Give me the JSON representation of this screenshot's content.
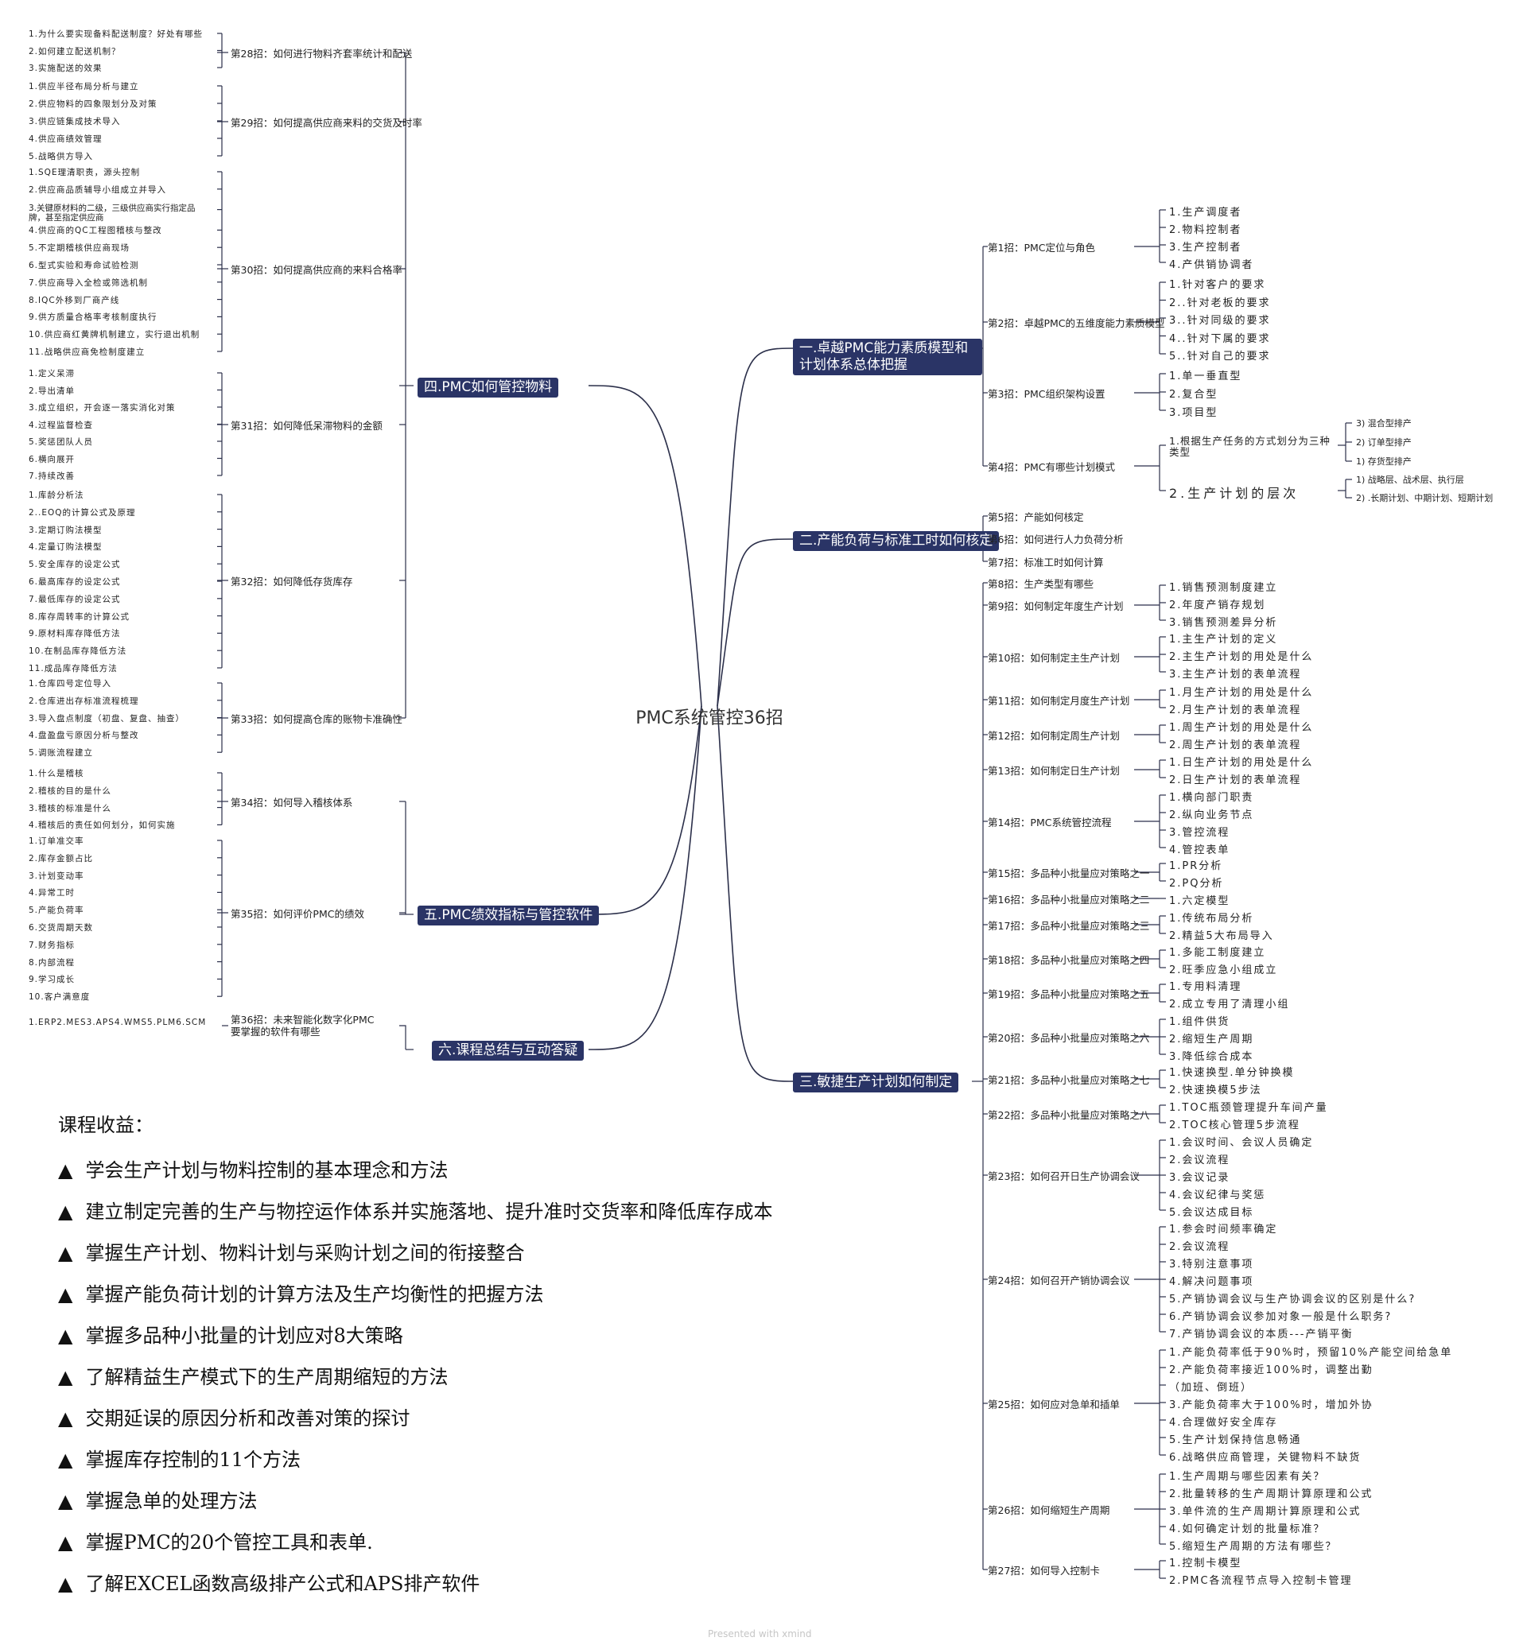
{
  "center_title": "PMC系统管控36招",
  "branches": {
    "b1": "一.卓越PMC能力素质模型和计划体系总体把握",
    "b2": "二.产能负荷与标准工时如何核定",
    "b3": "三.敏捷生产计划如何制定",
    "b4": "四.PMC如何管控物料",
    "b5": "五.PMC绩效指标与管控软件",
    "b6": "六.课程总结与互动答疑"
  },
  "subs": {
    "s1": "第1招：PMC定位与角色",
    "s2": "第2招：卓越PMC的五维度能力素质模型",
    "s3": "第3招：PMC组织架构设置",
    "s4": "第4招：PMC有哪些计划模式",
    "s5": "第5招：产能如何核定",
    "s6": "第6招：如何进行人力负荷分析",
    "s7": "第7招：标准工时如何计算",
    "s8": "第8招：生产类型有哪些",
    "s9": "第9招：如何制定年度生产计划",
    "s10": "第10招：如何制定主生产计划",
    "s11": "第11招：如何制定月度生产计划",
    "s12": "第12招：如何制定周生产计划",
    "s13": "第13招：如何制定日生产计划",
    "s14": "第14招：PMC系统管控流程",
    "s15": "第15招：多品种小批量应对策略之一",
    "s16": "第16招：多品种小批量应对策略之二",
    "s17": "第17招：多品种小批量应对策略之三",
    "s18": "第18招：多品种小批量应对策略之四",
    "s19": "第19招：多品种小批量应对策略之五",
    "s20": "第20招：多品种小批量应对策略之六",
    "s21": "第21招：多品种小批量应对策略之七",
    "s22": "第22招：多品种小批量应对策略之八",
    "s23": "第23招：如何召开日生产协调会议",
    "s24": "第24招：如何召开产销协调会议",
    "s25": "第25招：如何应对急单和插单",
    "s26": "第26招：如何缩短生产周期",
    "s27": "第27招：如何导入控制卡",
    "s28": "第28招：如何进行物料齐套率统计和配送",
    "s29": "第29招：如何提高供应商来料的交货及时率",
    "s30": "第30招：如何提高供应商的来料合格率",
    "s31": "第31招：如何降低呆滞物料的金额",
    "s32": "第32招：如何降低存货库存",
    "s33": "第33招：如何提高仓库的账物卡准确性",
    "s34": "第34招：如何导入稽核体系",
    "s35": "第35招：如何评价PMC的绩效",
    "s36": "第36招：未来智能化数字化PMC要掌握的软件有哪些"
  },
  "leaves": {
    "s1": [
      "1.生产调度者",
      "2.物料控制者",
      "3.生产控制者",
      "4.产供销协调者"
    ],
    "s2": [
      "1.针对客户的要求",
      "2..针对老板的要求",
      "3..针对同级的要求",
      "4..针对下属的要求",
      "5..针对自己的要求"
    ],
    "s3": [
      "1.单一垂直型",
      "2.复合型",
      "3.项目型"
    ],
    "s4": [
      "1.根据生产任务的方式划分为三种类型",
      "2.生产计划的层次"
    ],
    "s4a": [
      "3) 混合型排产",
      "2) 订单型排产",
      "1) 存货型排产"
    ],
    "s4b": [
      "1) 战略层、战术层、执行层",
      "2) .长期计划、中期计划、短期计划"
    ],
    "s9": [
      "1.销售预测制度建立",
      "2.年度产销存规划",
      "3.销售预测差异分析"
    ],
    "s10": [
      "1.主生产计划的定义",
      "2.主生产计划的用处是什么",
      "3.主生产计划的表单流程"
    ],
    "s11": [
      "1.月生产计划的用处是什么",
      "2.月生产计划的表单流程"
    ],
    "s12": [
      "1.周生产计划的用处是什么",
      "2.周生产计划的表单流程"
    ],
    "s13": [
      "1.日生产计划的用处是什么",
      "2.日生产计划的表单流程"
    ],
    "s14": [
      "1.横向部门职责",
      "2.纵向业务节点",
      "3.管控流程",
      "4.管控表单"
    ],
    "s15": [
      "1.PR分析",
      "2.PQ分析"
    ],
    "s16": [
      "1.六定模型"
    ],
    "s17": [
      "1.传统布局分析",
      "2.精益5大布局导入"
    ],
    "s18": [
      "1.多能工制度建立",
      "2.旺季应急小组成立"
    ],
    "s19": [
      "1.专用料清理",
      "2.成立专用了清理小组"
    ],
    "s20": [
      "1.组件供货",
      "2.缩短生产周期",
      "3.降低综合成本"
    ],
    "s21": [
      "1.快速换型.单分钟换模",
      "2.快速换模5步法"
    ],
    "s22": [
      "1.TOC瓶颈管理提升车间产量",
      "2.TOC核心管理5步流程"
    ],
    "s23": [
      "1.会议时间、会议人员确定",
      "2.会议流程",
      "3.会议记录",
      "4.会议纪律与奖惩",
      "5.会议达成目标"
    ],
    "s24": [
      "1.参会时间频率确定",
      "2.会议流程",
      "3.特别注意事项",
      "4.解决问题事项",
      "5.产销协调会议与生产协调会议的区别是什么?",
      "6.产销协调会议参加对象一般是什么职务?",
      "7.产销协调会议的本质---产销平衡"
    ],
    "s25": [
      "1.产能负荷率低于90%时，预留10%产能空间给急单",
      "2.产能负荷率接近100%时，调整出勤",
      "（加班、倒班）",
      "3.产能负荷率大于100%时，增加外协",
      "4.合理做好安全库存",
      "5.生产计划保持信息畅通",
      "6.战略供应商管理，关键物料不缺货"
    ],
    "s26": [
      "1.生产周期与哪些因素有关？",
      "2.批量转移的生产周期计算原理和公式",
      "3.单件流的生产周期计算原理和公式",
      "4.如何确定计划的批量标准？",
      "5.缩短生产周期的方法有哪些？"
    ],
    "s27": [
      "1.控制卡模型",
      "2.PMC各流程节点导入控制卡管理"
    ],
    "s28": [
      "1.为什么要实现备料配送制度？好处有哪些",
      "2.如何建立配送机制？",
      "3.实施配送的效果"
    ],
    "s29": [
      "1.供应半径布局分析与建立",
      "2.供应物料的四象限划分及对策",
      "3.供应链集成技术导入",
      "4.供应商绩效管理",
      "5.战略供方导入"
    ],
    "s30": [
      "1.SQE理清职责，源头控制",
      "2.供应商品质辅导小组成立并导入",
      "3.关键原材料的二级，三级供应商实行指定品牌，甚至指定供应商",
      "4.供应商的QC工程图稽核与整改",
      "5.不定期稽核供应商现场",
      "6.型式实验和寿命试验检测",
      "7.供应商导入全检或筛选机制",
      "8.IQC外移到厂商产线",
      "9.供方质量合格率考核制度执行",
      "10.供应商红黄牌机制建立，实行退出机制",
      "11.战略供应商免检制度建立"
    ],
    "s31": [
      "1.定义呆滞",
      "2.导出清单",
      "3.成立组织，开会逐一落实消化对策",
      "4.过程监督检查",
      "5.奖惩团队人员",
      "6.横向展开",
      "7.持续改善"
    ],
    "s32": [
      "1.库龄分析法",
      "2..EOQ的计算公式及原理",
      "3.定期订购法模型",
      "4.定量订购法模型",
      "5.安全库存的设定公式",
      "6.最高库存的设定公式",
      "7.最低库存的设定公式",
      "8.库存周转率的计算公式",
      "9.原材料库存降低方法",
      "10.在制品库存降低方法",
      "11.成品库存降低方法"
    ],
    "s33": [
      "1.仓库四号定位导入",
      "2.仓库进出存标准流程梳理",
      "3.导入盘点制度（初盘、复盘、抽查）",
      "4.盘盈盘亏原因分析与整改",
      "5.调账流程建立"
    ],
    "s34": [
      "1.什么是稽核",
      "2.稽核的目的是什么",
      "3.稽核的标准是什么",
      "4.稽核后的责任如何划分，如何实施"
    ],
    "s35": [
      "1.订单准交率",
      "2.库存金额占比",
      "3.计划变动率",
      "4.异常工时",
      "5.产能负荷率",
      "6.交货周期天数",
      "7.财务指标",
      "8.内部流程",
      "9.学习成长",
      "10.客户满意度"
    ],
    "s36": [
      "1.ERP2.MES3.APS4.WMS5.PLM6.SCM"
    ]
  },
  "benefits": {
    "title": "课程收益：",
    "bullet": "▲",
    "items": [
      "学会生产计划与物料控制的基本理念和方法",
      "建立制定完善的生产与物控运作体系并实施落地、提升准时交货率和降低库存成本",
      "掌握生产计划、物料计划与采购计划之间的衔接整合",
      "掌握产能负荷计划的计算方法及生产均衡性的把握方法",
      "掌握多品种小批量的计划应对8大策略",
      "了解精益生产模式下的生产周期缩短的方法",
      "交期延误的原因分析和改善对策的探讨",
      "掌握库存控制的11个方法",
      "掌握急单的处理方法",
      "掌握PMC的20个管控工具和表单.",
      "了解EXCEL函数高级排产公式和APS排产软件"
    ]
  },
  "footer": "Presented with xmind",
  "colors": {
    "pill_bg": "#2a3466",
    "line": "#2b2f4a"
  }
}
